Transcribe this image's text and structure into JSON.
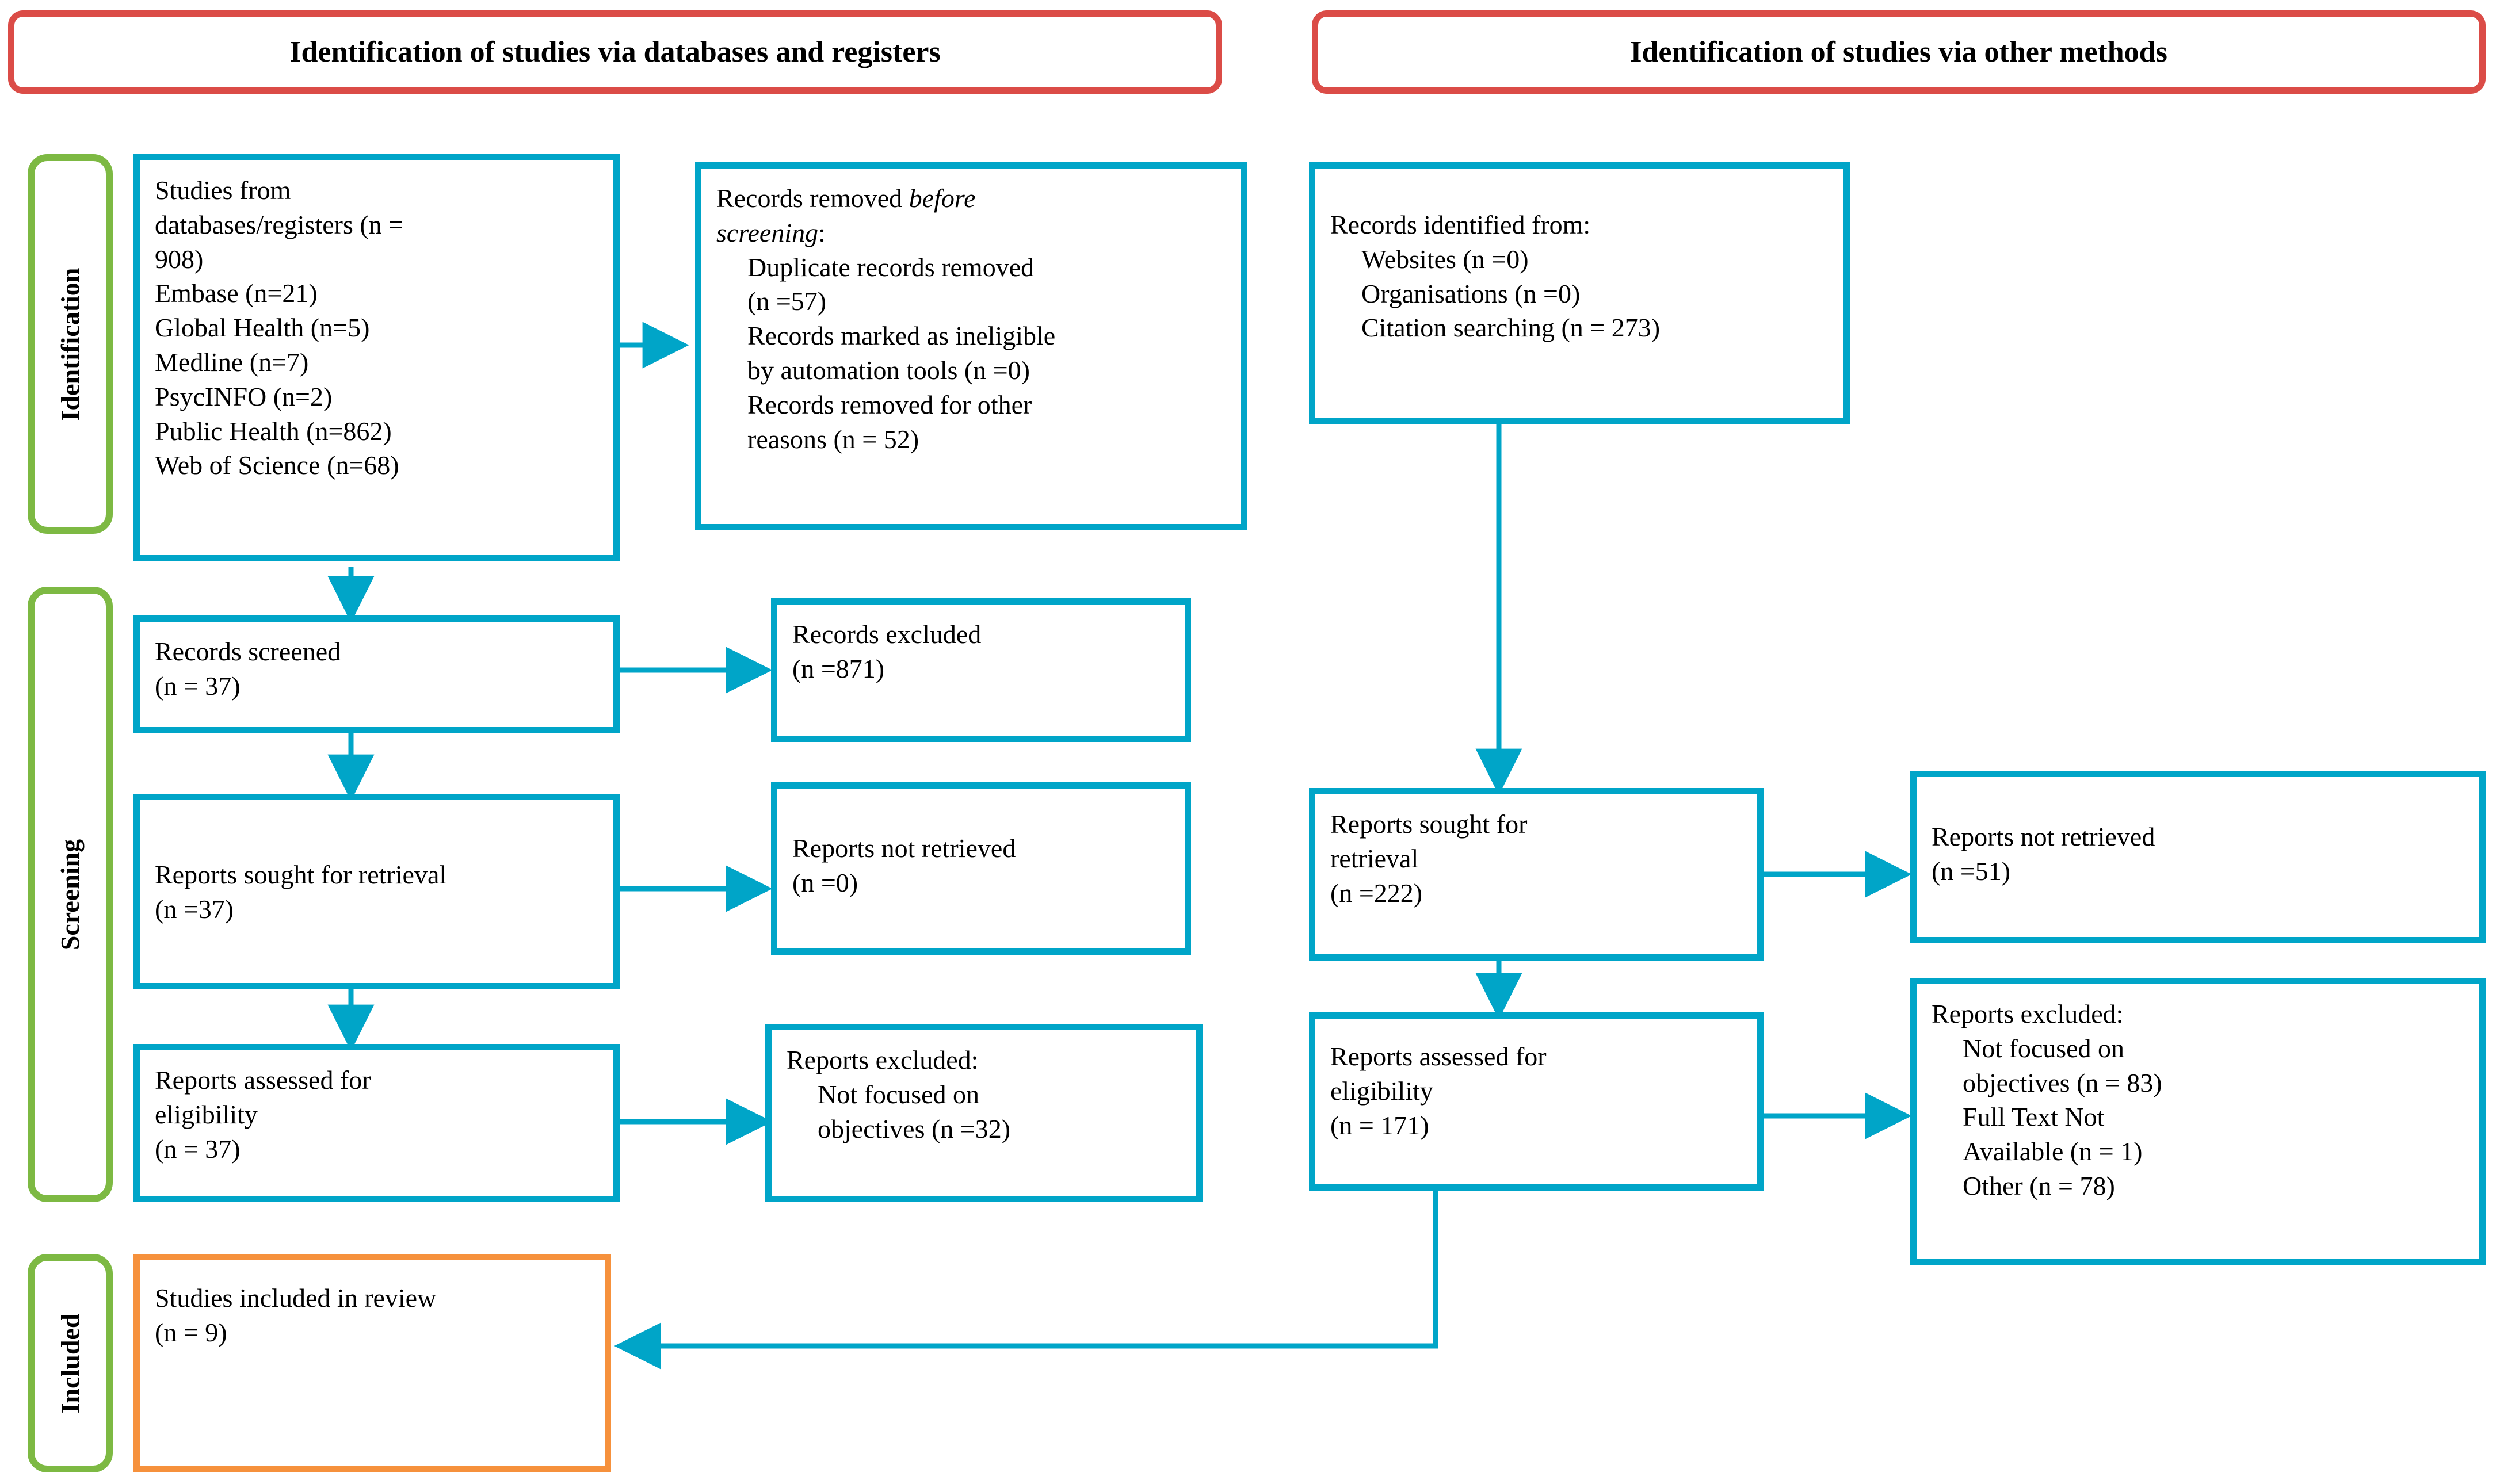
{
  "colors": {
    "accent_cyan": "#00A5C8",
    "banner_red": "#DB4C47",
    "phase_green": "#7DB943",
    "included_orange": "#F6913C",
    "text": "#000000",
    "background": "#FFFFFF"
  },
  "banners": {
    "left": "Identification of studies via databases and registers",
    "right": "Identification of studies via other methods"
  },
  "phases": {
    "identification": "Identification",
    "screening": "Screening",
    "included": "Included"
  },
  "left_column": {
    "sources": {
      "lines": [
        "Studies from",
        "databases/registers (n =",
        "908)",
        "Embase (n=21)",
        "Global Health (n=5)",
        "Medline (n=7)",
        "PsycINFO (n=2)",
        "Public Health (n=862)",
        "Web of Science (n=68)"
      ]
    },
    "removed_before_screening": {
      "title_a": "Records removed ",
      "title_b": "before",
      "title_c": "screening",
      "title_d": ":",
      "items": [
        "Duplicate records removed",
        "(n =57)",
        "Records marked as ineligible",
        "by automation tools (n =0)",
        "Records removed for other",
        "reasons (n = 52)"
      ]
    },
    "records_screened": {
      "lines": [
        "Records screened",
        "(n = 37)"
      ]
    },
    "records_excluded": {
      "lines": [
        "Records excluded",
        "(n =871)"
      ]
    },
    "reports_sought": {
      "lines": [
        "Reports sought for retrieval",
        "(n =37)"
      ]
    },
    "reports_not_retrieved": {
      "lines": [
        "Reports not retrieved",
        "(n =0)"
      ]
    },
    "reports_assessed": {
      "lines": [
        "Reports assessed for",
        "eligibility",
        "(n = 37)"
      ]
    },
    "reports_excluded": {
      "heading": "Reports excluded:",
      "items": [
        "Not focused on",
        "objectives (n =32)"
      ]
    },
    "studies_included": {
      "lines": [
        "Studies included in review",
        "(n = 9)"
      ]
    }
  },
  "right_column": {
    "records_identified": {
      "heading": "Records identified from:",
      "items": [
        "Websites (n =0)",
        "Organisations (n =0)",
        "Citation searching (n = 273)"
      ]
    },
    "reports_sought": {
      "lines": [
        "Reports sought for",
        "retrieval",
        "(n =222)"
      ]
    },
    "reports_not_retrieved": {
      "lines": [
        "Reports not retrieved",
        "(n =51)"
      ]
    },
    "reports_assessed": {
      "lines": [
        "Reports assessed for",
        "eligibility",
        "(n = 171)"
      ]
    },
    "reports_excluded": {
      "heading": "Reports excluded:",
      "items": [
        "Not focused on",
        "objectives (n = 83)",
        "Full Text Not",
        "Available (n = 1)",
        "Other (n = 78)"
      ]
    }
  },
  "chart_data": {
    "type": "diagram",
    "title": "PRISMA 2020 flow diagram",
    "nodes": [
      {
        "id": "db_sources",
        "column": "databases",
        "phase": "Identification",
        "n": 908
      },
      {
        "id": "removed_pre_screen",
        "column": "databases",
        "phase": "Identification",
        "duplicates": 57,
        "automation": 0,
        "other": 52
      },
      {
        "id": "records_screened",
        "column": "databases",
        "phase": "Screening",
        "n": 37
      },
      {
        "id": "records_excluded",
        "column": "databases",
        "phase": "Screening",
        "n": 871
      },
      {
        "id": "reports_sought_L",
        "column": "databases",
        "phase": "Screening",
        "n": 37
      },
      {
        "id": "reports_not_retr_L",
        "column": "databases",
        "phase": "Screening",
        "n": 0
      },
      {
        "id": "reports_assessed_L",
        "column": "databases",
        "phase": "Screening",
        "n": 37
      },
      {
        "id": "reports_excl_L",
        "column": "databases",
        "phase": "Screening",
        "not_focused": 32
      },
      {
        "id": "other_identified",
        "column": "other",
        "phase": "Identification",
        "websites": 0,
        "organisations": 0,
        "citation_searching": 273
      },
      {
        "id": "reports_sought_R",
        "column": "other",
        "phase": "Screening",
        "n": 222
      },
      {
        "id": "reports_not_retr_R",
        "column": "other",
        "phase": "Screening",
        "n": 51
      },
      {
        "id": "reports_assessed_R",
        "column": "other",
        "phase": "Screening",
        "n": 171
      },
      {
        "id": "reports_excl_R",
        "column": "other",
        "phase": "Screening",
        "not_focused": 83,
        "full_text_unavailable": 1,
        "other": 78
      },
      {
        "id": "studies_included",
        "column": "merged",
        "phase": "Included",
        "n": 9
      }
    ]
  }
}
